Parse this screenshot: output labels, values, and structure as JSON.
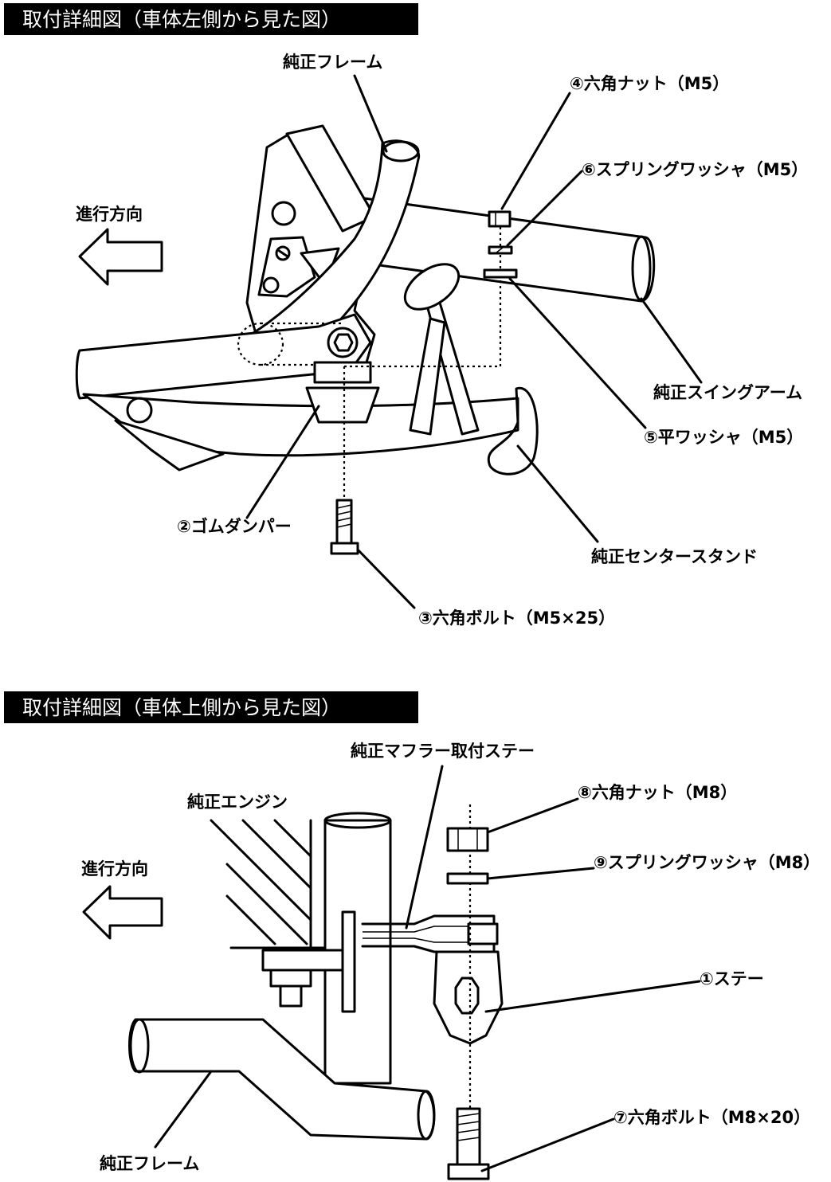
{
  "colors": {
    "ink": "#000000",
    "title_bar": "#000000",
    "paper": "#ffffff"
  },
  "diagram_side": {
    "title": "取付詳細図（車体左側から見た図）",
    "direction_label": "進行方向",
    "labels": {
      "frame": "純正フレーム",
      "hex_nut": "④六角ナット（M5）",
      "spring_washer": "⑥スプリングワッシャ（M5）",
      "swing_arm": "純正スイングアーム",
      "flat_washer": "⑤平ワッシャ（M5）",
      "rubber_damper": "②ゴムダンパー",
      "center_stand": "純正センタースタンド",
      "hex_bolt": "③六角ボルト（M5×25）"
    }
  },
  "diagram_top": {
    "title": "取付詳細図（車体上側から見た図）",
    "direction_label": "進行方向",
    "labels": {
      "muffler_stay": "純正マフラー取付ステー",
      "engine": "純正エンジン",
      "hex_nut": "⑧六角ナット（M8）",
      "spring_washer": "⑨スプリングワッシャ（M8）",
      "stay": "①ステー",
      "hex_bolt": "⑦六角ボルト（M8×20）",
      "frame": "純正フレーム"
    }
  }
}
